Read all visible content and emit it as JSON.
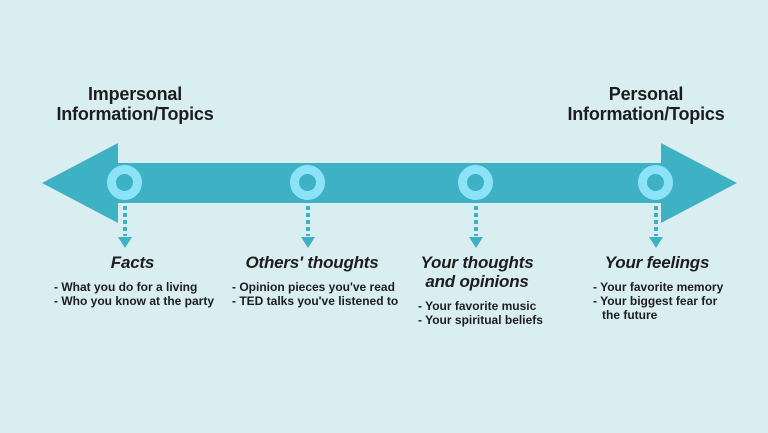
{
  "colors": {
    "background": "#d9eef0",
    "arrow": "#3fb1c4",
    "ring": "#8ce3f8",
    "text": "#1d1d1f"
  },
  "endpoints": {
    "left": "Impersonal\nInformation/Topics",
    "right": "Personal\nInformation/Topics"
  },
  "categories": [
    {
      "title": "Facts",
      "items": [
        "- What you do for a living",
        "- Who you know at the party"
      ]
    },
    {
      "title": "Others' thoughts",
      "items": [
        "- Opinion pieces you've read",
        "- TED talks you've listened to"
      ]
    },
    {
      "title": "Your thoughts and opinions",
      "items": [
        "- Your favorite music",
        "- Your spiritual beliefs"
      ]
    },
    {
      "title": "Your feelings",
      "items": [
        "- Your favorite memory",
        "- Your biggest fear for\nthe future"
      ]
    }
  ]
}
